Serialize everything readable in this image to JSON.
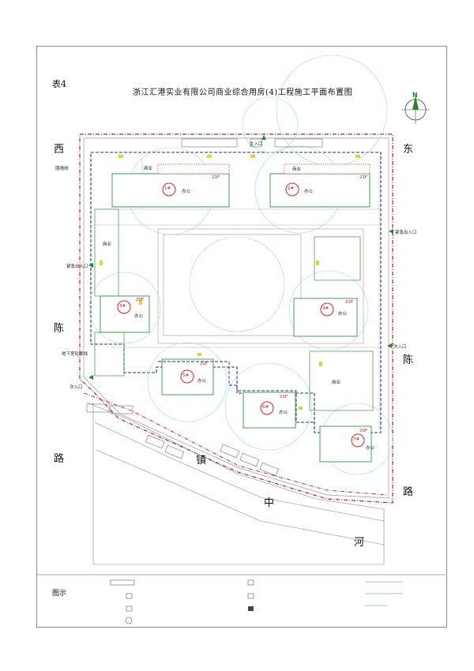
{
  "page": {
    "table_no": "表4",
    "title": "浙江汇港实业有限公司商业综合用房(4)工程施工平面布置图",
    "north_letter": "N"
  },
  "roads": {
    "west": [
      "西",
      "陈",
      "路"
    ],
    "east": [
      "东",
      "陈",
      "路"
    ],
    "south_river": [
      "镇",
      "中",
      "河"
    ]
  },
  "site_labels": {
    "fence_line": "围墙线",
    "emergency_exit_west": "紧急出入口",
    "emergency_exit_east": "紧急出入口",
    "basement_line": "地下室轮廓线",
    "secondary_entrance_west": "次入口",
    "secondary_entrance_east": "次入口",
    "main_entrance": "主入口"
  },
  "buildings": [
    {
      "id": "b1",
      "no": "1#",
      "floors": "21F",
      "use": "办公",
      "shop": "商业"
    },
    {
      "id": "b2",
      "no": "2#",
      "floors": "21F",
      "use": "办公",
      "shop": "商业"
    },
    {
      "id": "b3",
      "no": "3#",
      "floors": "20F",
      "use": "办公",
      "shop": ""
    },
    {
      "id": "b4",
      "no": "4#",
      "floors": "22F",
      "use": "办公",
      "shop": "商业"
    },
    {
      "id": "b5",
      "no": "5#",
      "floors": "22F",
      "use": "办公",
      "shop": ""
    },
    {
      "id": "b6",
      "no": "6#",
      "floors": "22F",
      "use": "办公",
      "shop": ""
    },
    {
      "id": "b7",
      "no": "7#",
      "floors": "20F",
      "use": "办公",
      "shop": "商业"
    }
  ],
  "legend": {
    "heading": "图示"
  },
  "colors": {
    "fence_red": "#c81e1e",
    "basement_blue": "#1e2f9a",
    "building_green": "#2e9a3c",
    "road_gray": "#7a7a7a",
    "crane_cyan": "#7fd4d4",
    "yard_pink": "#e6a0a0",
    "material_yellow": "#e8d22a",
    "tower_red": "#e02020"
  }
}
